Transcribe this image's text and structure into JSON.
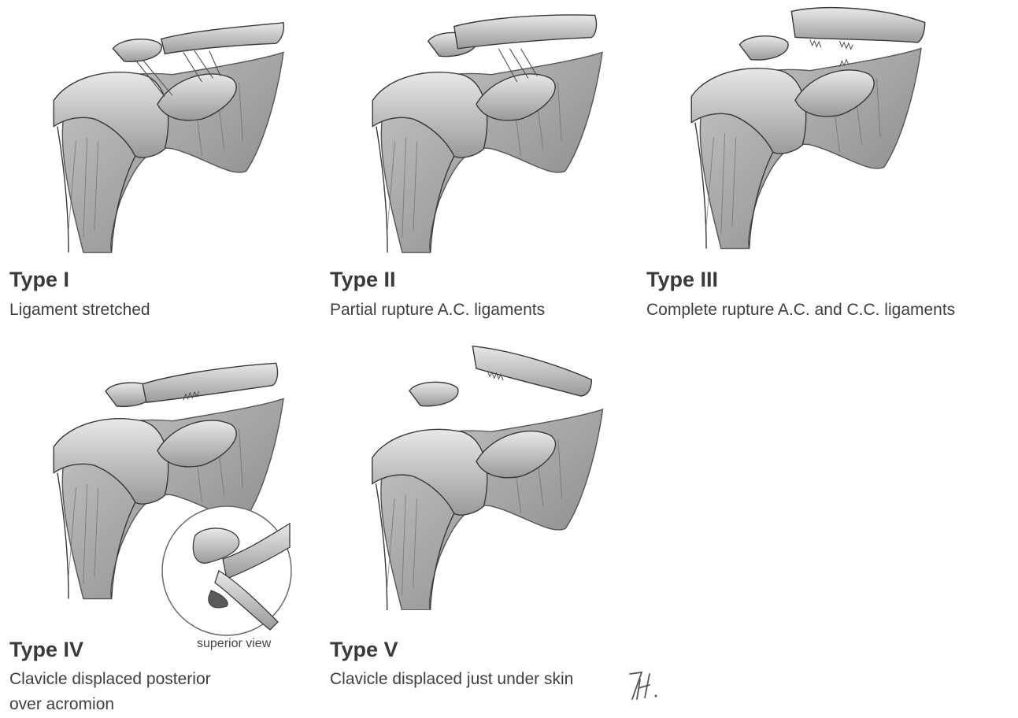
{
  "figure": {
    "panels": [
      {
        "title": "Type I",
        "description_lines": [
          "Ligament stretched"
        ]
      },
      {
        "title": "Type II",
        "description_lines": [
          "Partial rupture A.C. ligaments"
        ]
      },
      {
        "title": "Type III",
        "description_lines": [
          "Complete rupture A.C. and C.C. ligaments"
        ]
      },
      {
        "title": "Type IV",
        "description_lines": [
          "Clavicle displaced posterior",
          "over acromion"
        ],
        "inset_caption": "superior view"
      },
      {
        "title": "Type V",
        "description_lines": [
          "Clavicle displaced just under skin"
        ]
      }
    ],
    "signature": "7H."
  },
  "colors": {
    "pencil_dark": "#3a3a3a",
    "pencil_mid": "#8a8a8a",
    "pencil_light": "#c9c9c9",
    "paper": "#ffffff"
  }
}
